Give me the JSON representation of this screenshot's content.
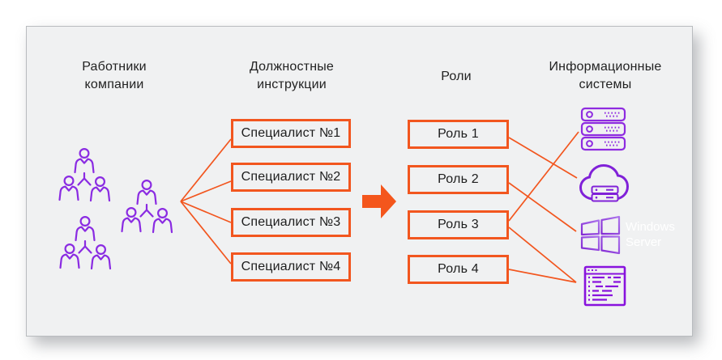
{
  "page": {
    "background": "#FFFFFF"
  },
  "card": {
    "background": "#F0F1F2",
    "border_color": "#B9BCBF"
  },
  "palette": {
    "orange": "#F2561F",
    "purple_people": "#8A2BE2",
    "purple_server": "#8E2BE0",
    "purple_cloud": "#8021D8",
    "purple_windows_dark": "#8329D4",
    "purple_windows_light": "#AC74EC",
    "purple_code": "#8812DD",
    "text": "#1F1F1F",
    "windows_label_color": "#FFFFFF"
  },
  "headers": {
    "employees": "Работники компании",
    "instructions": "Должностные инструкции",
    "roles": "Роли",
    "systems": "Информационные системы"
  },
  "instructions": {
    "items": [
      {
        "label": "Специалист №1"
      },
      {
        "label": "Специалист №2"
      },
      {
        "label": "Специалист №3"
      },
      {
        "label": "Специалист №4"
      }
    ]
  },
  "roles": {
    "items": [
      {
        "label": "Роль 1"
      },
      {
        "label": "Роль 2"
      },
      {
        "label": "Роль 3"
      },
      {
        "label": "Роль 4"
      }
    ]
  },
  "systems": {
    "items": [
      {
        "name": "server-stack-icon"
      },
      {
        "name": "cloud-server-icon"
      },
      {
        "name": "windows-server-icon",
        "label": "Windows Server"
      },
      {
        "name": "code-window-icon"
      }
    ]
  },
  "employees": {
    "group_count": 3,
    "people_per_group": 3,
    "icon": "org-team-icon"
  },
  "connections": {
    "employees_to_instructions": [
      {
        "from": "Работники компании",
        "to": "Специалист №1"
      },
      {
        "from": "Работники компании",
        "to": "Специалист №2"
      },
      {
        "from": "Работники компании",
        "to": "Специалист №3"
      },
      {
        "from": "Работники компании",
        "to": "Специалист №4"
      }
    ],
    "instructions_to_roles": {
      "type": "arrow"
    },
    "roles_to_systems": [
      {
        "from": "Роль 1",
        "to": "cloud-server"
      },
      {
        "from": "Роль 2",
        "to": "windows-server"
      },
      {
        "from": "Роль 3",
        "to": "server-stack"
      },
      {
        "from": "Роль 3",
        "to": "code-window"
      },
      {
        "from": "Роль 4",
        "to": "code-window"
      }
    ]
  }
}
